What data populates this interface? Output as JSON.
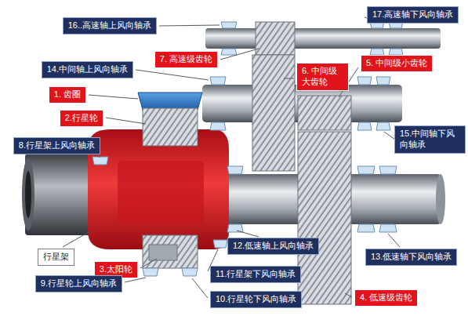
{
  "diagram": {
    "nodes": [
      {
        "text": [
          "16..高速轴上风向轴承"
        ]
      },
      {
        "text": [
          "17.高速轴下风向轴承"
        ]
      },
      {
        "text": [
          "7. 高速级齿轮"
        ]
      },
      {
        "text": [
          "14.中间轴上风向轴承"
        ]
      },
      {
        "text": [
          "6. 中间级 大齿轮"
        ]
      },
      {
        "text": [
          "5. 中间级小齿轮"
        ]
      },
      {
        "text": [
          "1. 齿圈"
        ]
      },
      {
        "text": [
          "2.行星轮"
        ]
      },
      {
        "text": [
          "15.中间轴下风 向轴承"
        ]
      },
      {
        "text": [
          "8.行星架上风向轴承"
        ]
      },
      {
        "text": [
          "12.低速轴上风向轴承"
        ]
      },
      {
        "text": [
          "行星架"
        ]
      },
      {
        "text": [
          "13.低速轴下风向轴承"
        ]
      },
      {
        "text": [
          "3.太阳轮"
        ]
      },
      {
        "text": [
          "11.行星架下风向轴承"
        ]
      },
      {
        "text": [
          "9.行星轮上风向轴承"
        ]
      },
      {
        "text": [
          "10.行星轮下风向轴承"
        ]
      },
      {
        "text": [
          "4. 低速级齿轮"
        ]
      }
    ]
  }
}
